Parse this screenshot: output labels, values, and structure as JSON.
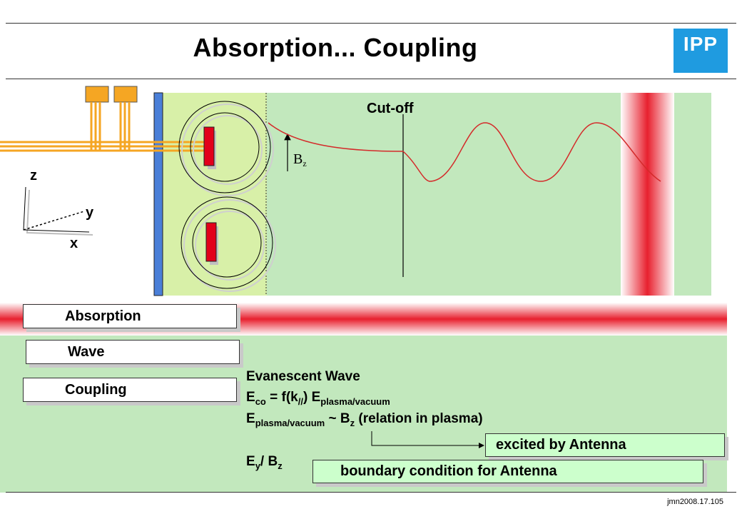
{
  "title": "Absorption... Coupling",
  "logo_text": "IPP",
  "diagram": {
    "cutoff_label": "Cut-off",
    "bz_label": "B",
    "bz_sub": "z",
    "axes": {
      "z": "z",
      "y": "y",
      "x": "x"
    }
  },
  "buttons": {
    "absorption": "Absorption",
    "wave": "Wave",
    "coupling": "Coupling"
  },
  "equations": {
    "line1": "Evanescent Wave",
    "line2_a": "E",
    "line2_sub1": "co",
    "line2_b": " = f(k",
    "line2_sub2": "//",
    "line2_c": ") E",
    "line2_sub3": "plasma/vacuum",
    "line3_a": "E",
    "line3_sub1": "plasma/vacuum",
    "line3_b": " ~  B",
    "line3_sub2": "z",
    "line3_c": "  (relation in plasma)",
    "line4_a": "E",
    "line4_sub1": "y",
    "line4_b": "/ B",
    "line4_sub2": "z"
  },
  "notes": {
    "excited": "excited by Antenna",
    "boundary": "boundary condition for  Antenna"
  },
  "footer": "jmn2008.17.105",
  "colors": {
    "plasma_green": "#c2e8bd",
    "edge_yellow": "#d8f0a8",
    "absorption_red": "#e8202e",
    "feeder_orange": "#f5a623",
    "logo_blue": "#1f9be0",
    "wall_blue": "#4a7fd8"
  }
}
